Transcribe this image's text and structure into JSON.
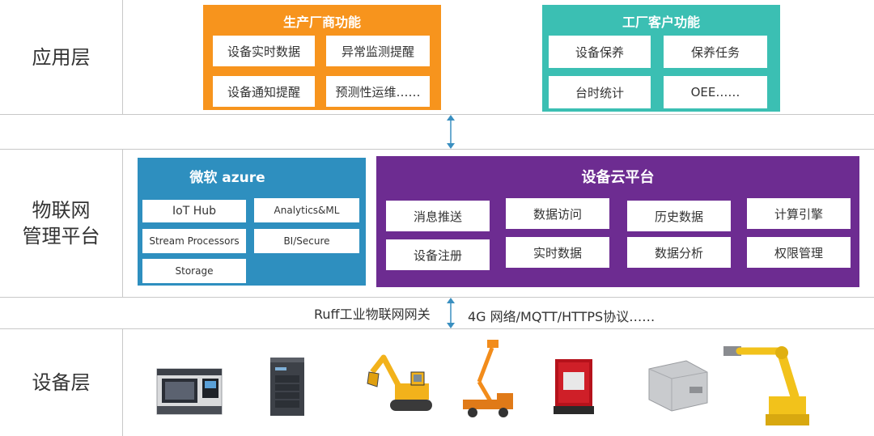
{
  "layers": {
    "app": "应用层",
    "iot_line1": "物联网",
    "iot_line2": "管理平台",
    "device": "设备层"
  },
  "manufacturer": {
    "title": "生产厂商功能",
    "color": "#f7941d",
    "items": [
      "设备实时数据",
      "异常监测提醒",
      "设备通知提醒",
      "预测性运维……"
    ]
  },
  "factory": {
    "title": "工厂客户功能",
    "color": "#3bbfb3",
    "items": [
      "设备保养",
      "保养任务",
      "台时统计",
      "OEE……"
    ]
  },
  "azure": {
    "title": "微软 azure",
    "color": "#2e8fbf",
    "items": [
      "IoT Hub",
      "Analytics&ML",
      "Stream Processors",
      "BI/Secure",
      "Storage"
    ]
  },
  "cloud": {
    "title": "设备云平台",
    "color": "#6d2c91",
    "items": [
      "消息推送",
      "数据访问",
      "历史数据",
      "计算引擎",
      "设备注册",
      "实时数据",
      "数据分析",
      "权限管理"
    ]
  },
  "gateway": {
    "name": "Ruff工业物联网网关",
    "protocol": "4G 网络/MQTT/HTTPS协议……"
  },
  "devices": [
    "cnc-lathe-icon",
    "plc-module-icon",
    "excavator-icon",
    "aerial-lift-truck-icon",
    "sensor-box-icon",
    "gateway-device-icon",
    "robot-arm-icon"
  ]
}
